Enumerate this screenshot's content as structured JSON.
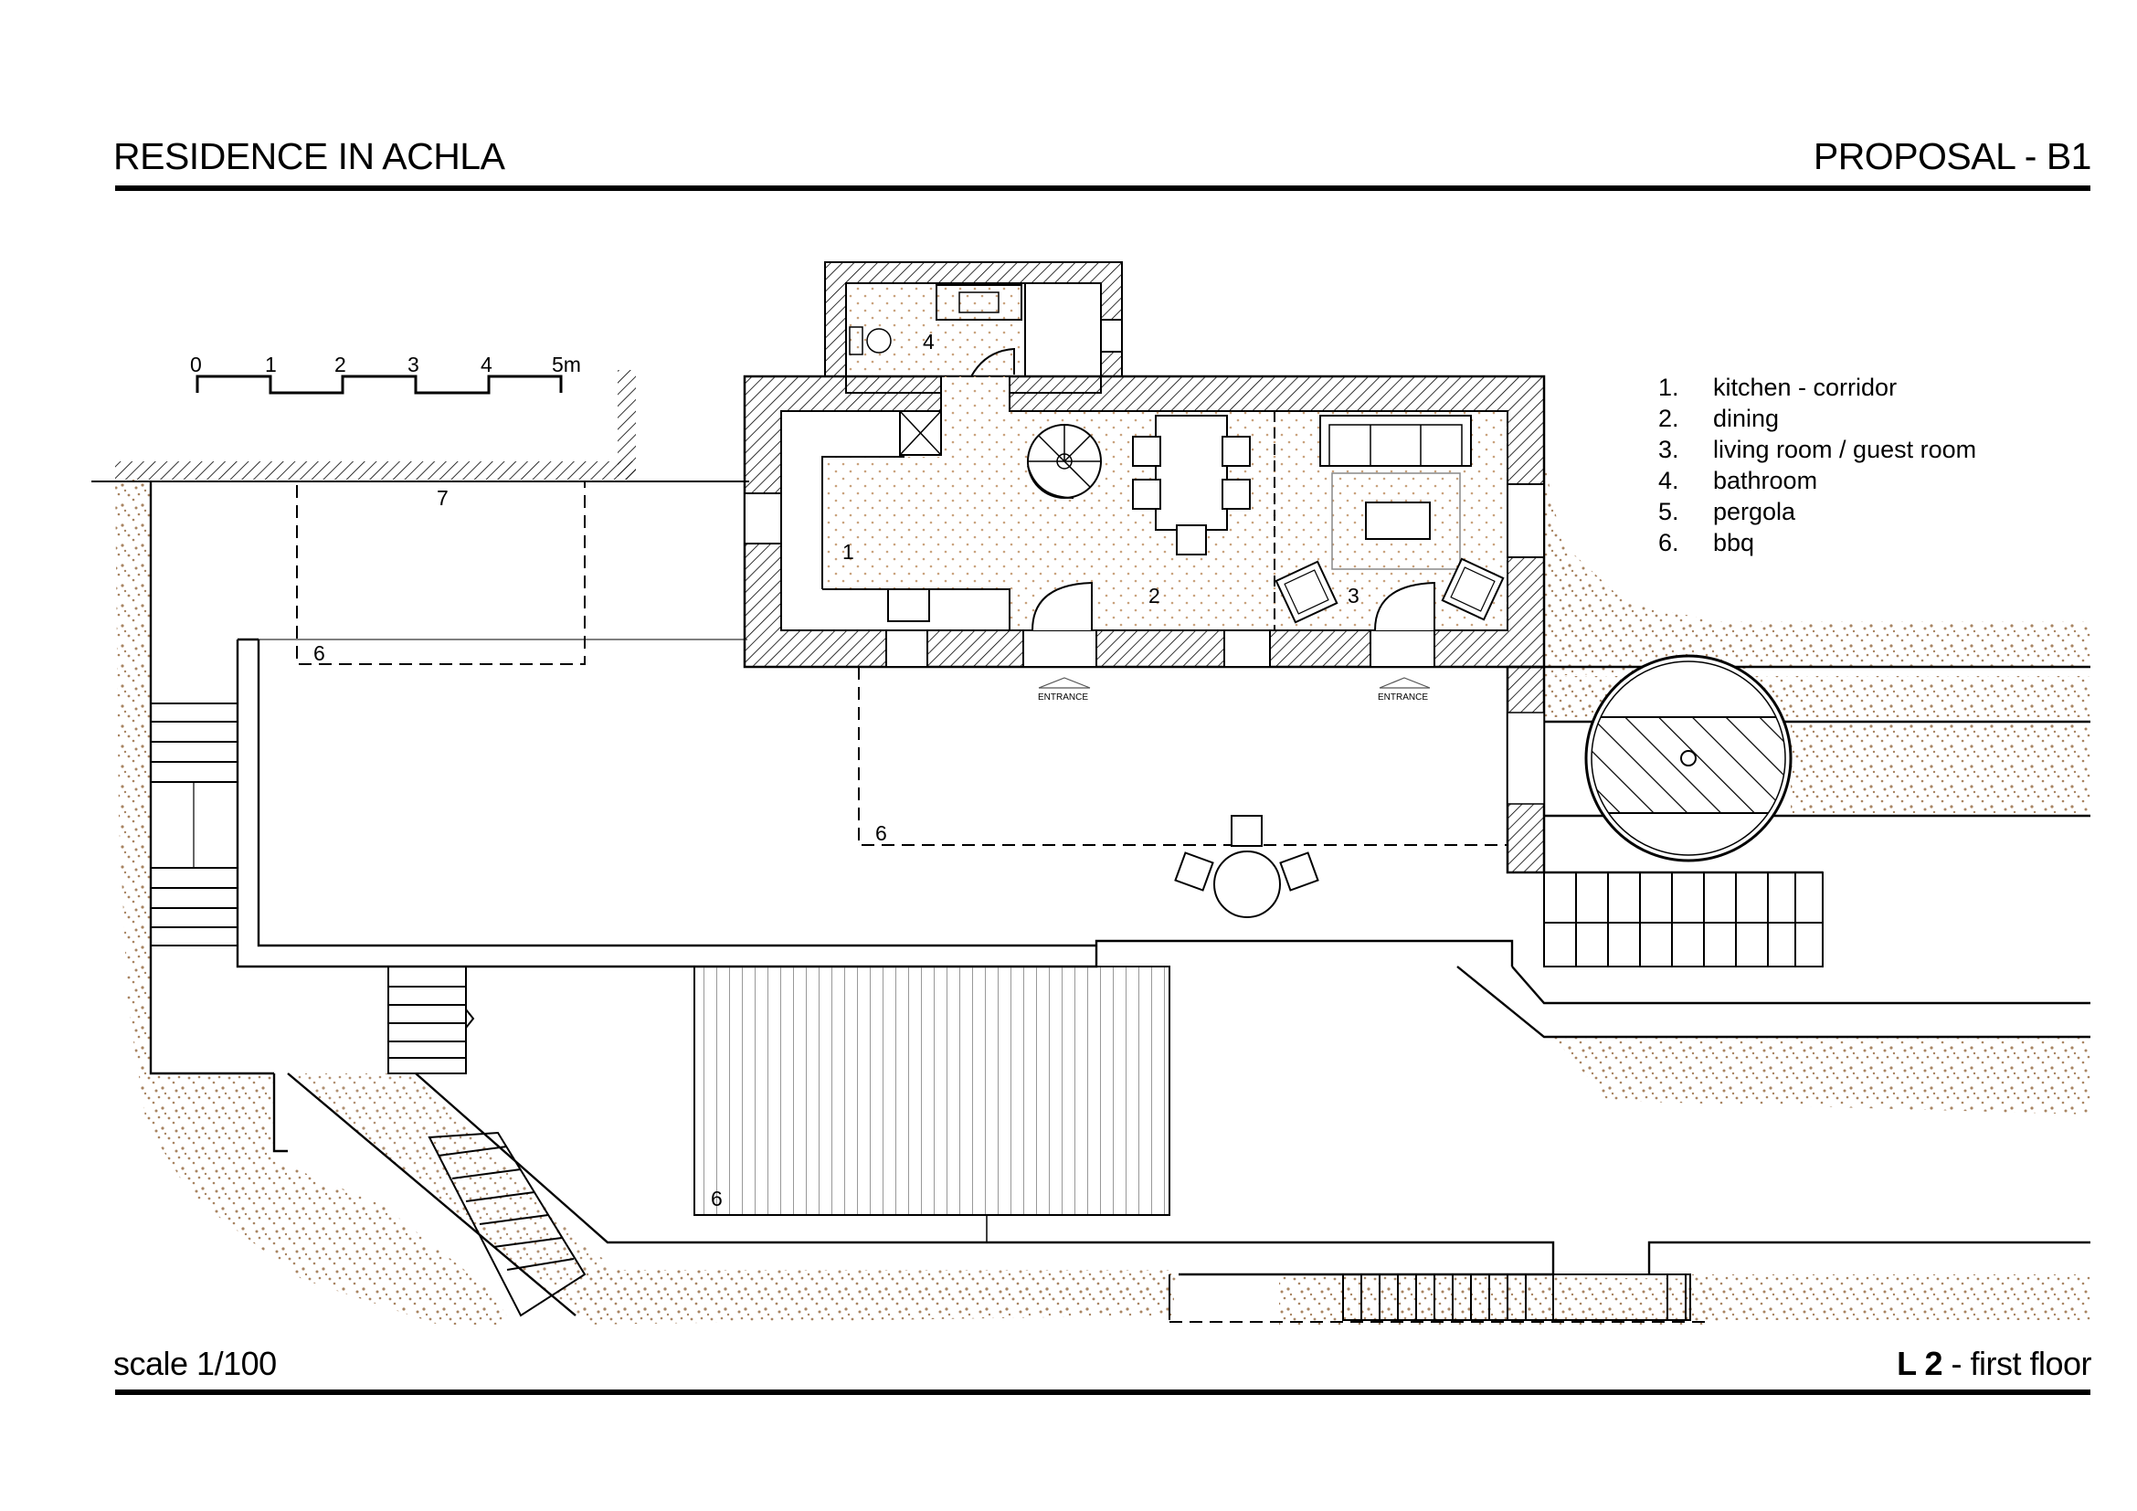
{
  "header": {
    "project_title": "RESIDENCE IN ACHLA",
    "proposal": "PROPOSAL - B1"
  },
  "footer": {
    "scale": "scale 1/100",
    "level_code": "L 2",
    "level_name": " - first floor"
  },
  "scale_bar": {
    "ticks": [
      "0",
      "1",
      "2",
      "3",
      "4",
      "5m"
    ]
  },
  "legend": [
    {
      "num": "1.",
      "label": "kitchen - corridor"
    },
    {
      "num": "2.",
      "label": "dining"
    },
    {
      "num": "3.",
      "label": "living room / guest room"
    },
    {
      "num": "4.",
      "label": "bathroom"
    },
    {
      "num": "5.",
      "label": "pergola"
    },
    {
      "num": "6.",
      "label": "bbq"
    }
  ],
  "room_labels": {
    "r1": "1",
    "r2": "2",
    "r3": "3",
    "r4": "4",
    "r6a": "6",
    "r6b": "6",
    "r6c": "6",
    "r7": "7"
  },
  "entrance_label": "ENTRANCE",
  "colors": {
    "ink": "#000000",
    "earth": "#a88462",
    "floor_dots": "#c9a27d"
  }
}
